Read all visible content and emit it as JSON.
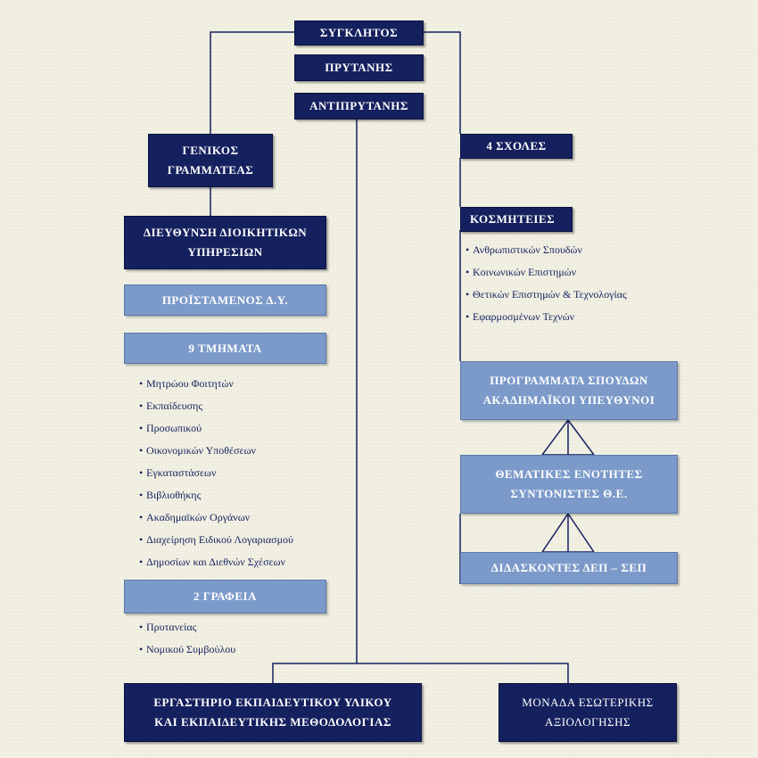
{
  "senate": "ΣΥΓΚΛΗΤΟΣ",
  "rector": "ΠΡΥΤΑΝΗΣ",
  "vice_rector": "ΑΝΤΙΠΡΥΤΑΝΗΣ",
  "general_secretary": [
    "ΓΕΝΙΚΟΣ",
    "ΓΡΑΜΜΑΤΕΑΣ"
  ],
  "admin_directorate": [
    "ΔΙΕΥΘΥΝΣΗ ΔΙΟΙΚΗΤΙΚΩΝ",
    "ΥΠΗΡΕΣΙΩΝ"
  ],
  "head_of_directorate": "ΠΡΟΪΣΤΑΜΕΝΟΣ Δ.Υ.",
  "departments": {
    "title": "9 ΤΜΗΜΑΤΑ",
    "items": [
      "Μητρώου Φοιτητών",
      "Εκπαίδευσης",
      "Προσωπικού",
      "Οικονομικών Υποθέσεων",
      "Εγκαταστάσεων",
      "Βιβλιοθήκης",
      "Ακαδημαϊκών Οργάνων",
      "Διαχείρηση Ειδικού Λογαριασμού",
      "Δημοσίων και Διεθνών Σχέσεων"
    ]
  },
  "offices": {
    "title": "2 ΓΡΑΦΕΙΑ",
    "items": [
      "Πρυτανείας",
      "Νομικού Συμβούλου"
    ]
  },
  "schools": "4 ΣΧΟΛΕΣ",
  "deans": {
    "title": "ΚΟΣΜΗΤΕΙΕΣ",
    "items": [
      "Ανθρωπιστικών Σπουδών",
      "Κοινωνικών Επιστημών",
      "Θετικών Επιστημών & Τεχνολογίας",
      "Εφαρμοσμένων Τεχνών"
    ]
  },
  "study_programs": [
    "ΠΡΟΓΡΑΜΜΑΤΑ ΣΠΟΥΔΩΝ",
    "ΑΚΑΔΗΜΑΪΚΟΙ ΥΠΕΥΘΥΝΟΙ"
  ],
  "thematic_units": [
    "ΘΕΜΑΤΙΚΕΣ ΕΝΟΤΗΤΕΣ",
    "ΣΥΝΤΟΝΙΣΤΕΣ Θ.Ε."
  ],
  "tutors": "ΔΙΔΑΣΚΟΝΤΕΣ ΔΕΠ – ΣΕΠ",
  "lab": [
    "ΕΡΓΑΣΤΗΡΙΟ ΕΚΠΑΙΔΕΥΤΙΚΟΥ ΥΛΙΚΟΥ",
    "ΚΑΙ ΕΚΠΑΙΔΕΥΤΙΚΗΣ ΜΕΘΟΔΟΛΟΓΙΑΣ"
  ],
  "internal_evaluation": [
    "ΜΟΝΑΔΑ ΕΣΩΤΕΡΙΚΗΣ",
    "ΑΞΙΟΛΟΓΗΣΗΣ"
  ],
  "colors": {
    "dark_box": "#15205e",
    "light_box": "#7c9ac9",
    "line": "#15205e",
    "background": "#f1f0e3"
  }
}
